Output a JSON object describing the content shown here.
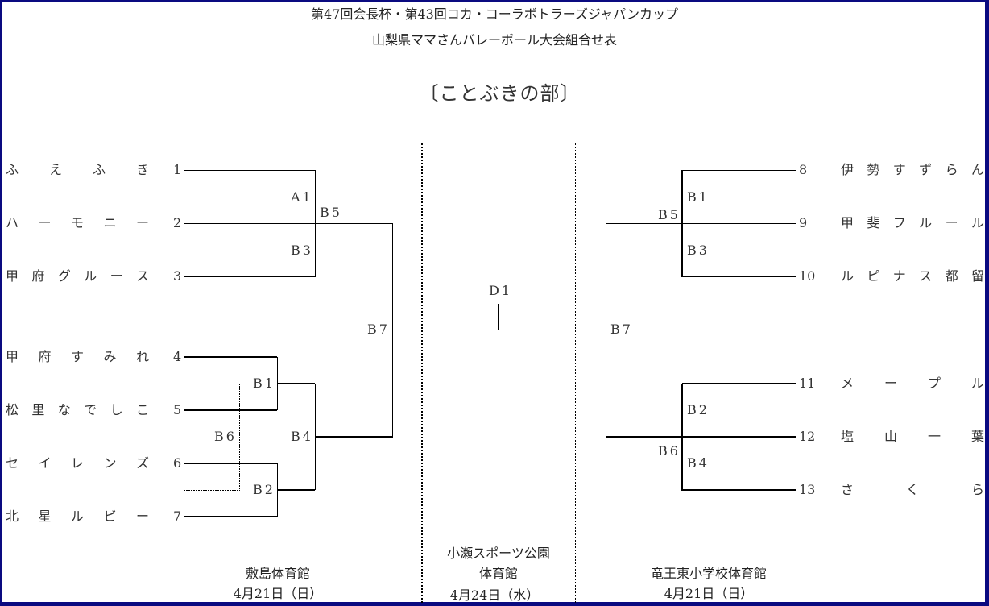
{
  "header": {
    "title_line1": "第47回会長杯・第43回コカ・コーラボトラーズジャパンカップ",
    "title_line2": "山梨県ママさんバレーボール大会組合せ表",
    "division": "〔ことぶきの部〕"
  },
  "left_teams": [
    {
      "seed": "1",
      "name": [
        "ふ",
        "え",
        "ふ",
        "き"
      ]
    },
    {
      "seed": "2",
      "name": [
        "ハ",
        "ー",
        "モ",
        "ニ",
        "ー"
      ]
    },
    {
      "seed": "3",
      "name": [
        "甲",
        "府",
        "グ",
        "ル",
        "ー",
        "ス"
      ]
    },
    {
      "seed": "4",
      "name": [
        "甲",
        "府",
        "す",
        "み",
        "れ"
      ]
    },
    {
      "seed": "5",
      "name": [
        "松",
        "里",
        "な",
        "で",
        "し",
        "こ"
      ]
    },
    {
      "seed": "6",
      "name": [
        "セ",
        "イ",
        "レ",
        "ン",
        "ズ"
      ]
    },
    {
      "seed": "7",
      "name": [
        "北",
        "星",
        "ル",
        "ビ",
        "ー"
      ]
    }
  ],
  "right_teams": [
    {
      "seed": "8",
      "name": [
        "伊",
        "勢",
        "す",
        "ず",
        "ら",
        "ん"
      ]
    },
    {
      "seed": "9",
      "name": [
        "甲",
        "斐",
        "フ",
        "ル",
        "ー",
        "ル"
      ]
    },
    {
      "seed": "10",
      "name": [
        "ル",
        "ピ",
        "ナ",
        "ス",
        "都",
        "留"
      ]
    },
    {
      "seed": "11",
      "name": [
        "メ",
        "ー",
        "プ",
        "ル"
      ]
    },
    {
      "seed": "12",
      "name": [
        "塩",
        "山",
        "一",
        "葉"
      ]
    },
    {
      "seed": "13",
      "name": [
        "さ",
        "く",
        "ら"
      ]
    }
  ],
  "match_labels": {
    "left_a1": "A1",
    "left_b5": "B5",
    "left_b3": "B3",
    "left_b1": "B1",
    "left_b6": "B6",
    "left_b4": "B4",
    "left_b2": "B2",
    "left_b7": "B7",
    "final_d1": "D1",
    "right_b7": "B7",
    "right_b1": "B1",
    "right_b5": "B5",
    "right_b3": "B3",
    "right_b2": "B2",
    "right_b6": "B6",
    "right_b4": "B4"
  },
  "venues": {
    "left": {
      "name": "敷島体育館",
      "date": "4月21日（日）"
    },
    "center": {
      "name_line1": "小瀬スポーツ公園",
      "name_line2": "体育館",
      "date": "4月24日（水）"
    },
    "right": {
      "name": "竜王東小学校体育館",
      "date": "4月21日（日）"
    }
  },
  "colors": {
    "frame": "#0a0a80",
    "line": "#000000"
  }
}
